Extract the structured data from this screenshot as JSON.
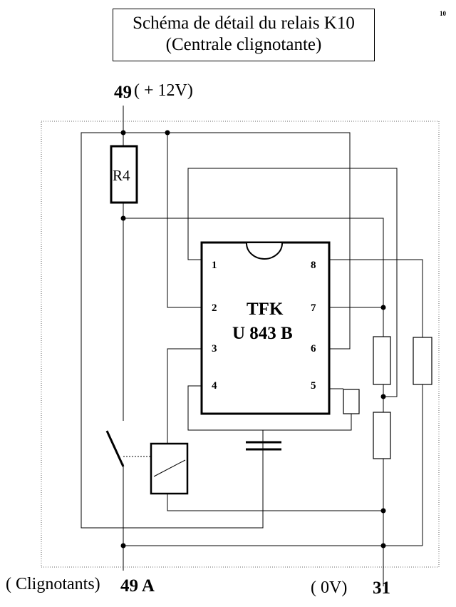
{
  "page_number": "10",
  "title": {
    "line1": "Schéma de détail du relais K10",
    "line2": "(Centrale clignotante)"
  },
  "terminals": {
    "top": {
      "number": "49",
      "label": "( + 12V)"
    },
    "bottom_left": {
      "label": "( Clignotants)",
      "number": "49 A"
    },
    "bottom_right": {
      "label": "( 0V)",
      "number": "31"
    }
  },
  "resistor": {
    "label": "R4"
  },
  "ic": {
    "name_line1": "TFK",
    "name_line2": "U 843 B",
    "pins": [
      "1",
      "2",
      "3",
      "4",
      "5",
      "6",
      "7",
      "8"
    ]
  }
}
